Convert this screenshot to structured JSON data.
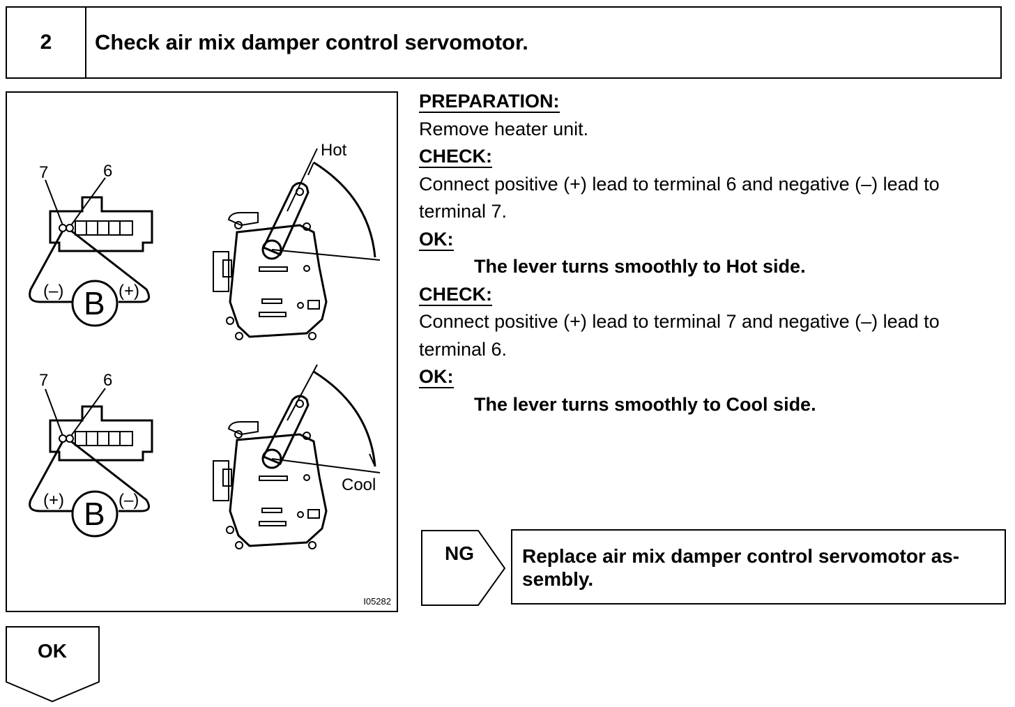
{
  "header": {
    "step_number": "2",
    "title": "Check air mix damper control servomotor."
  },
  "figure": {
    "figure_id": "I05282",
    "top_diagram": {
      "terminal_left": "7",
      "terminal_right": "6",
      "battery": "B",
      "left_polarity": "(–)",
      "right_polarity": "(+)",
      "direction_label": "Hot"
    },
    "bottom_diagram": {
      "terminal_left": "7",
      "terminal_right": "6",
      "battery": "B",
      "left_polarity": "(+)",
      "right_polarity": "(–)",
      "direction_label": "Cool"
    }
  },
  "instructions": {
    "preparation_heading": "PREPARATION:",
    "preparation_text": "Remove heater unit.",
    "check1_heading": "CHECK:",
    "check1_text_line1": "Connect positive (+) lead to terminal 6 and negative (–) lead to",
    "check1_text_line2": "terminal 7.",
    "ok1_heading": "OK:",
    "ok1_text": "The lever turns smoothly to Hot side.",
    "check2_heading": "CHECK:",
    "check2_text_line1": "Connect positive (+) lead to terminal 7 and negative (–) lead to",
    "check2_text_line2": "terminal 6.",
    "ok2_heading": "OK:",
    "ok2_text": "The lever turns smoothly to Cool side."
  },
  "ng_branch": {
    "label": "NG",
    "result_line1": "Replace air mix damper control servomotor as-",
    "result_line2": "sembly."
  },
  "ok_branch": {
    "label": "OK"
  }
}
